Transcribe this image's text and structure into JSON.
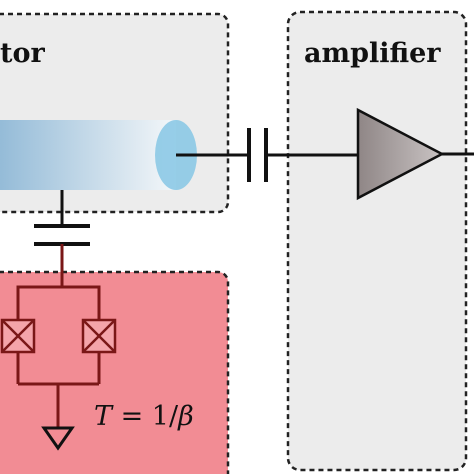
{
  "labels": {
    "resonator_partial": "tor",
    "amplifier": "amplifier",
    "temperature": {
      "lhs": "T",
      "equals": " = 1/",
      "beta": "β"
    }
  },
  "colors": {
    "resonator_box": "#ececec",
    "amplifier_box": "#ececec",
    "bath_box": "#f28c94",
    "bath_stroke": "#8b1e1e",
    "wire": "#111111",
    "cylinder_cap": "#8cc9e6",
    "triangle": "#9a9191"
  },
  "icons": [
    "capacitor-icon",
    "amplifier-triangle-icon",
    "josephson-junction-icon",
    "ground-icon",
    "cylinder-resonator-icon"
  ]
}
